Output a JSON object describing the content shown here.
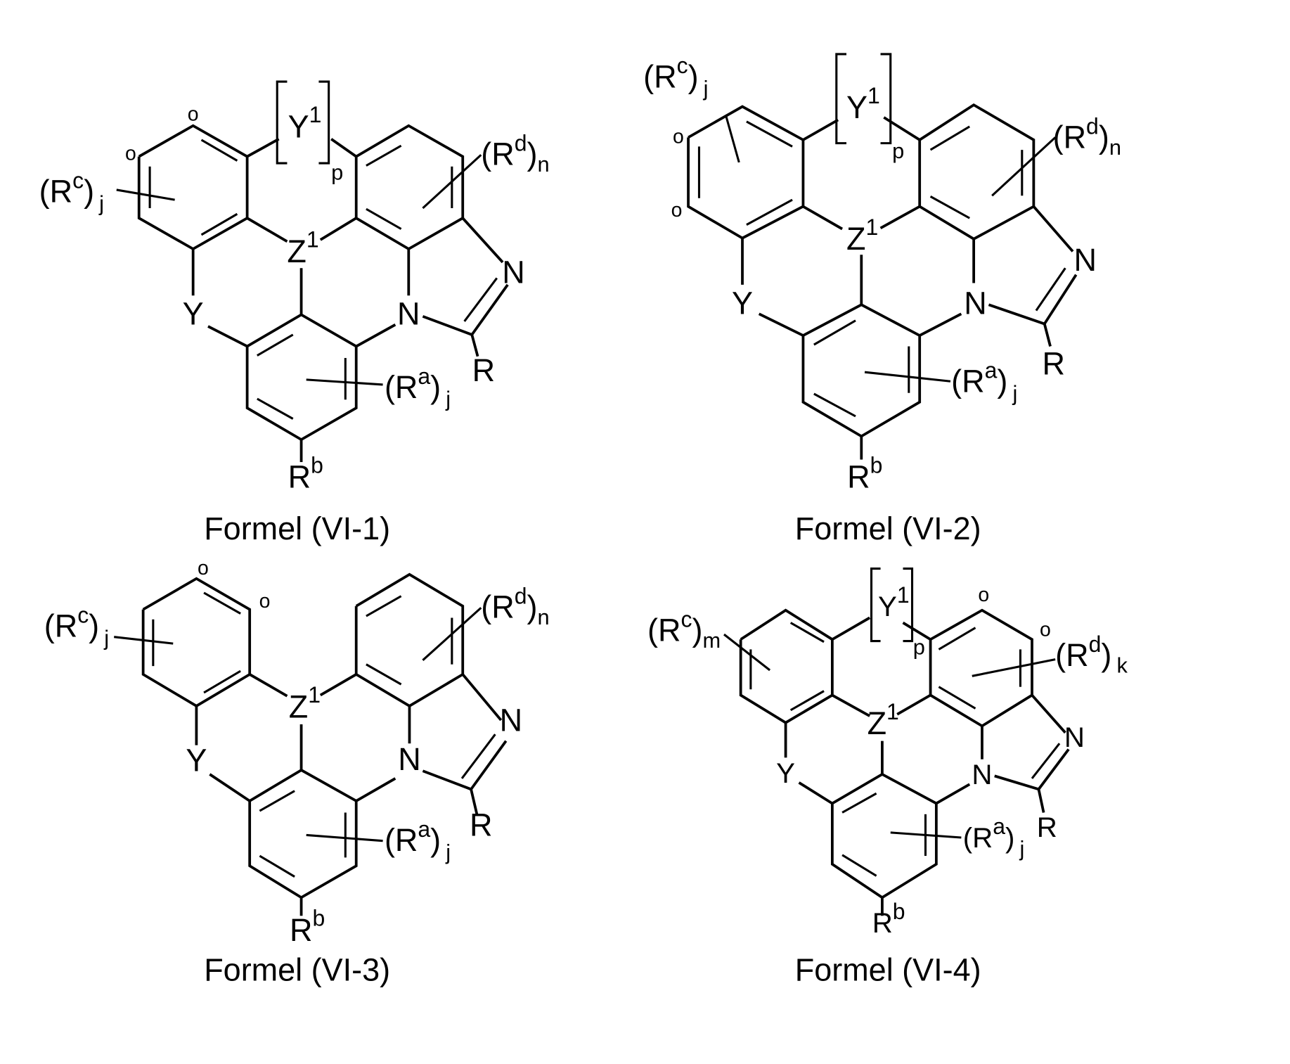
{
  "figure": {
    "formulas": [
      {
        "caption": "Formel (VI-1)",
        "labels": {
          "Rc_group": "(R",
          "Rc_sup": "c",
          "Rc_close": ")",
          "Rc_sub": "j",
          "Y1": "Y",
          "Y1_sup": "1",
          "p": "p",
          "Rd_group": "(R",
          "Rd_sup": "d",
          "Rd_close": ")",
          "Rd_sub": "n",
          "o_top": "o",
          "o_left": "o",
          "Z1": "Z",
          "Z1_sup": "1",
          "Y": "Y",
          "N1": "N",
          "N2": "N",
          "R": "R",
          "Ra_group": "(R",
          "Ra_sup": "a",
          "Ra_close": ")",
          "Ra_sub": "j",
          "Rb": "R",
          "Rb_sup": "b"
        }
      },
      {
        "caption": "Formel (VI-2)",
        "labels": {
          "Rc_group": "(R",
          "Rc_sup": "c",
          "Rc_close": ")",
          "Rc_sub": "j",
          "Y1": "Y",
          "Y1_sup": "1",
          "p": "p",
          "Rd_group": "(R",
          "Rd_sup": "d",
          "Rd_close": ")",
          "Rd_sub": "n",
          "o_top": "o",
          "o_left": "o",
          "Z1": "Z",
          "Z1_sup": "1",
          "Y": "Y",
          "N1": "N",
          "N2": "N",
          "R": "R",
          "Ra_group": "(R",
          "Ra_sup": "a",
          "Ra_close": ")",
          "Ra_sub": "j",
          "Rb": "R",
          "Rb_sup": "b"
        }
      },
      {
        "caption": "Formel (VI-3)",
        "labels": {
          "Rc_group": "(R",
          "Rc_sup": "c",
          "Rc_close": ")",
          "Rc_sub": "j",
          "Rd_group": "(R",
          "Rd_sup": "d",
          "Rd_close": ")",
          "Rd_sub": "n",
          "o_top": "o",
          "o_right": "o",
          "Z1": "Z",
          "Z1_sup": "1",
          "Y": "Y",
          "N1": "N",
          "N2": "N",
          "R": "R",
          "Ra_group": "(R",
          "Ra_sup": "a",
          "Ra_close": ")",
          "Ra_sub": "j",
          "Rb": "R",
          "Rb_sup": "b"
        }
      },
      {
        "caption": "Formel (VI-4)",
        "labels": {
          "Rc_group": "(R",
          "Rc_sup": "c",
          "Rc_close": ")",
          "Rc_sub": "m",
          "Y1": "Y",
          "Y1_sup": "1",
          "p": "p",
          "Rd_group": "(R",
          "Rd_sup": "d",
          "Rd_close": ")",
          "Rd_sub": "k",
          "o_top": "o",
          "o_right": "o",
          "Z1": "Z",
          "Z1_sup": "1",
          "Y": "Y",
          "N1": "N",
          "N2": "N",
          "R": "R",
          "Ra_group": "(R",
          "Ra_sup": "a",
          "Ra_close": ")",
          "Ra_sub": "j",
          "Rb": "R",
          "Rb_sup": "b"
        }
      }
    ]
  }
}
